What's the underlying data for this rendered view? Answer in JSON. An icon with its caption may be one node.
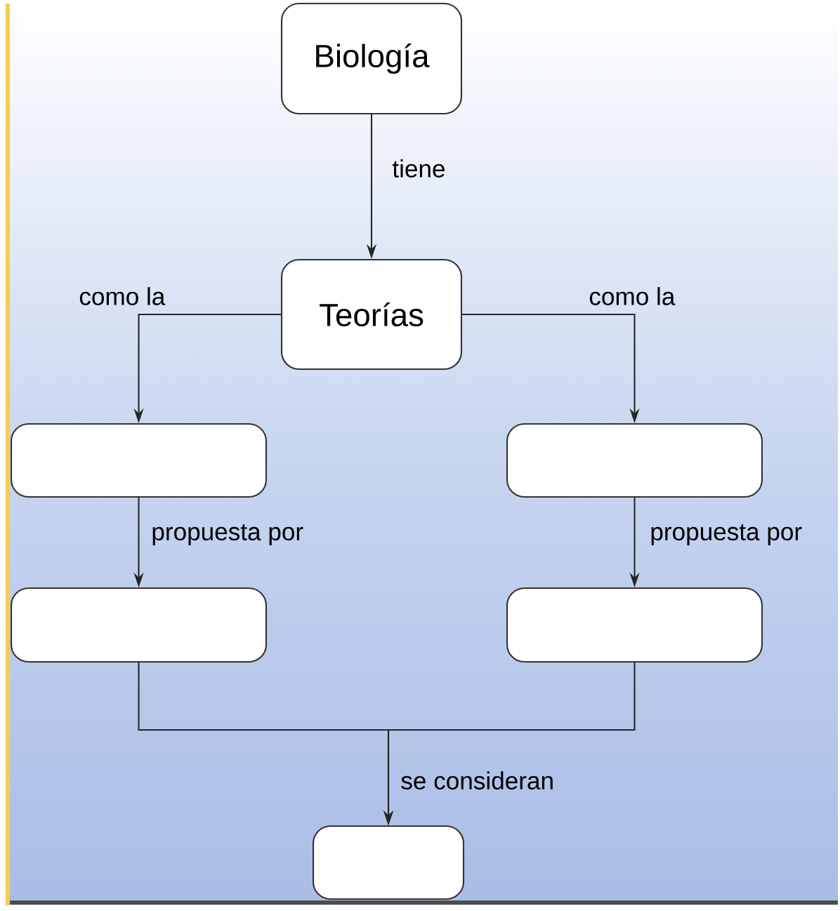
{
  "diagram": {
    "nodes": [
      {
        "text": [
          "Biología"
        ]
      },
      {
        "text": [
          "Teorías"
        ]
      },
      {
        "text": [],
        "shape": "box"
      },
      {
        "text": [],
        "shape": "box"
      },
      {
        "text": [],
        "shape": "box"
      },
      {
        "text": [],
        "shape": "box"
      },
      {
        "text": [],
        "shape": "box"
      }
    ],
    "edges": [
      {
        "from": 0,
        "to": 1,
        "arrow": "to",
        "label": "tiene"
      },
      {
        "from": 1,
        "to": 2,
        "arrow": "to",
        "label": "como la"
      },
      {
        "from": 1,
        "to": 3,
        "arrow": "to",
        "label": "como la"
      },
      {
        "from": 2,
        "to": 4,
        "arrow": "to",
        "label": "propuesta por"
      },
      {
        "from": 3,
        "to": 5,
        "arrow": "to",
        "label": "propuesta por"
      },
      {
        "from": 4,
        "to": 6,
        "arrow": "to",
        "label": "se consideran"
      },
      {
        "from": 5,
        "to": 6,
        "arrow": "to"
      }
    ]
  }
}
